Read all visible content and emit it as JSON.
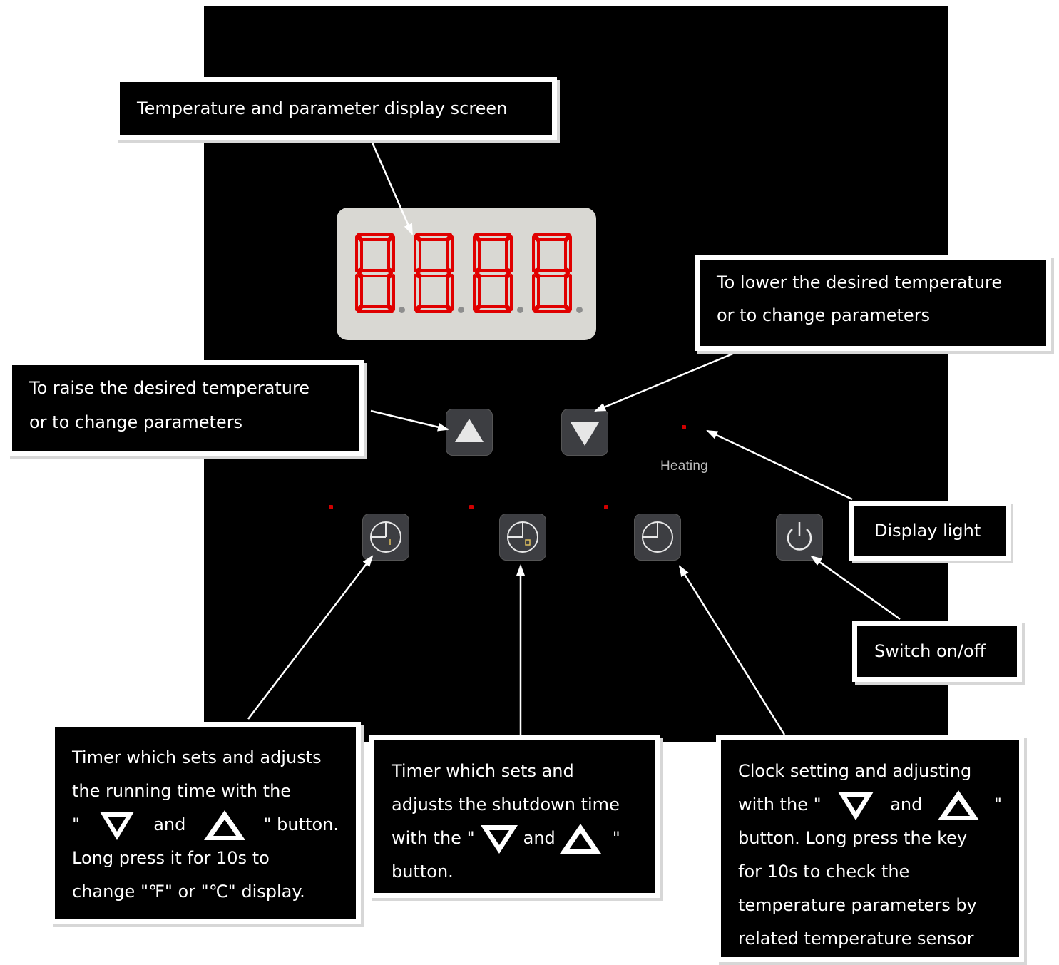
{
  "display": {
    "digits": [
      "8",
      "8",
      "8",
      "8"
    ]
  },
  "indicator": {
    "heating_label": "Heating"
  },
  "callouts": {
    "display_screen": "Temperature and parameter display screen",
    "lower_line1": "To lower the desired temperature",
    "lower_line2": "or to change parameters",
    "raise_line1": "To raise the desired temperature",
    "raise_line2": "or to change parameters",
    "display_light": "Display light",
    "switch": "Switch on/off",
    "timer_run": {
      "l1": "Timer which sets and adjusts",
      "l2": "the running time with the",
      "l3_q1": "\"",
      "l3_and": "and",
      "l3_end": "\" button.",
      "l4": "Long press it for 10s to",
      "l5": "change \"℉\" or \"℃\" display."
    },
    "timer_shutdown": {
      "l1": "Timer which sets and",
      "l2": "adjusts the shutdown time",
      "l3_pre": "with the \"",
      "l3_and": "and",
      "l3_end": "\"",
      "l4": "button."
    },
    "clock": {
      "l1": "Clock setting and adjusting",
      "l2_pre": "with the \"",
      "l2_and": "and",
      "l2_end": "\"",
      "l3": "button. Long press the key",
      "l4": "for 10s to check the",
      "l5": "temperature parameters by",
      "l6": "related temperature sensor"
    }
  },
  "colors": {
    "panel": "#000000",
    "display_bg": "#d9d8d3",
    "segment": "#e00000",
    "key": "#3d3e42",
    "led": "#d00000"
  },
  "icons": [
    "up-triangle-icon",
    "down-triangle-icon",
    "timer-on-icon",
    "timer-off-icon",
    "clock-icon",
    "power-icon"
  ]
}
